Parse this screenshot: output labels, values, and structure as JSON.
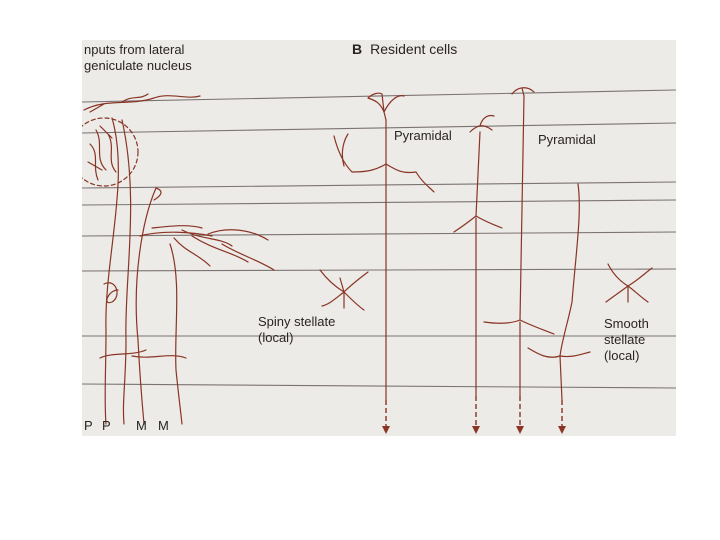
{
  "colors": {
    "page": "#ffffff",
    "figure_background": "#ecebe8",
    "layer_lines": "#7c7373",
    "neuron": "#8a3424",
    "label_text": "#2a2422"
  },
  "panel_a": {
    "title_line1": "nputs from lateral",
    "title_line2": "geniculate nucleus",
    "axon_labels": [
      "P",
      "P",
      "M",
      "M"
    ]
  },
  "panel_b": {
    "letter": "B",
    "title": "Resident cells"
  },
  "cell_labels": {
    "pyramidal_1": "Pyramidal",
    "pyramidal_2": "Pyramidal",
    "spiny_stellate_line1": "Spiny stellate",
    "spiny_stellate_line2": "(local)",
    "smooth_stellate_line1": "Smooth",
    "smooth_stellate_line2": "stellate",
    "smooth_stellate_line3": "(local)"
  }
}
